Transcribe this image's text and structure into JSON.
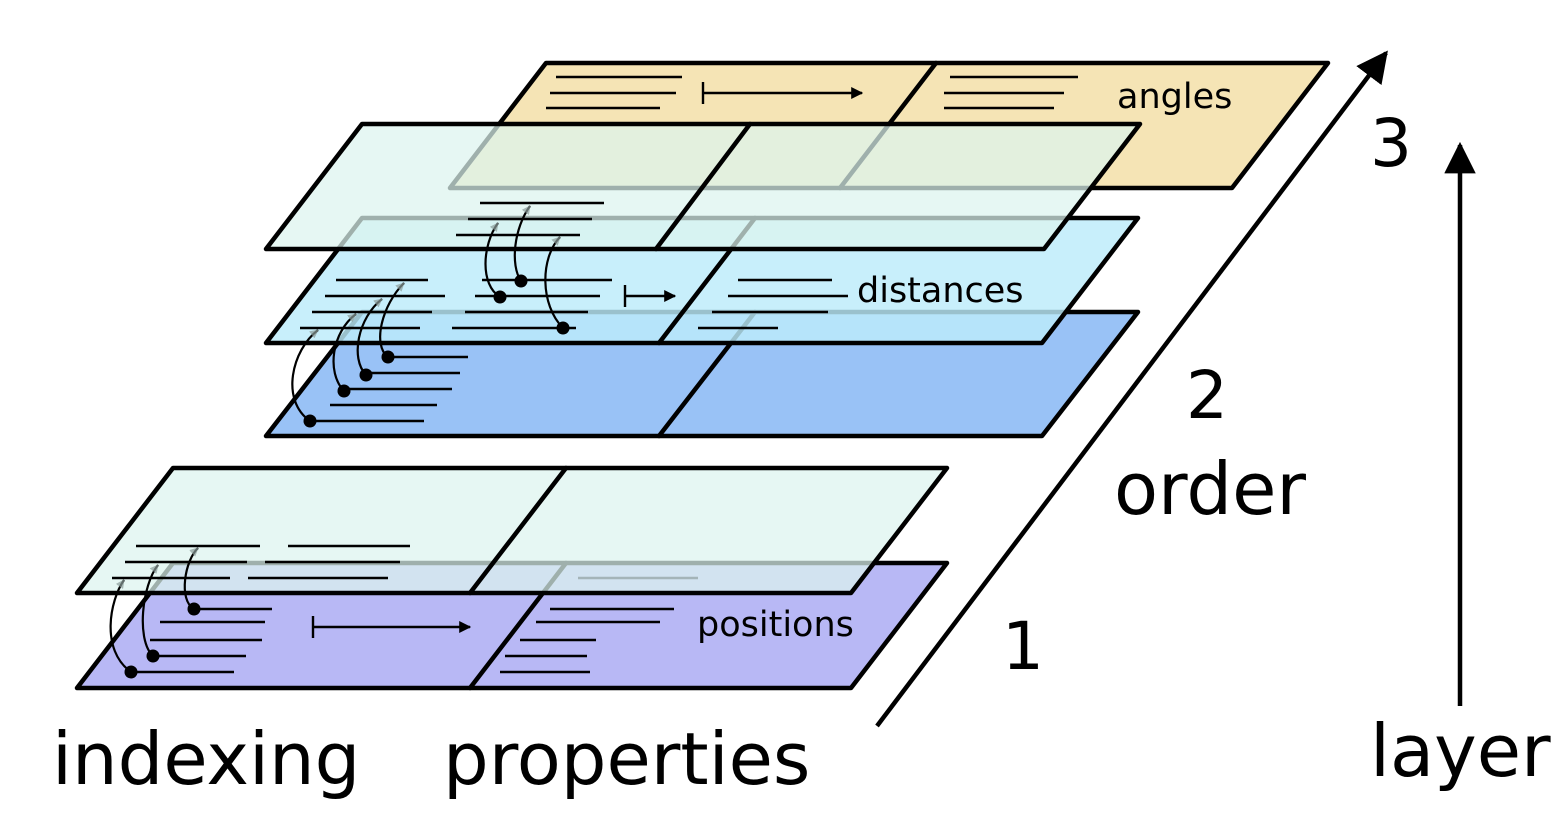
{
  "labels": {
    "left_column": "indexing",
    "right_column": "properties",
    "order_axis": "order",
    "layer_axis": "layer"
  },
  "order_ticks": [
    "1",
    "2",
    "3"
  ],
  "plate_labels": {
    "positions": "positions",
    "distances": "distances",
    "angles": "angles"
  },
  "colors": {
    "positions_plate": "#b8b8f5",
    "indexing_plate": "#ddf4ef",
    "distances_base_plate": "#99c2f6",
    "distances_plate": "#bcebfa",
    "angles_plate": "#f5e4b5"
  }
}
